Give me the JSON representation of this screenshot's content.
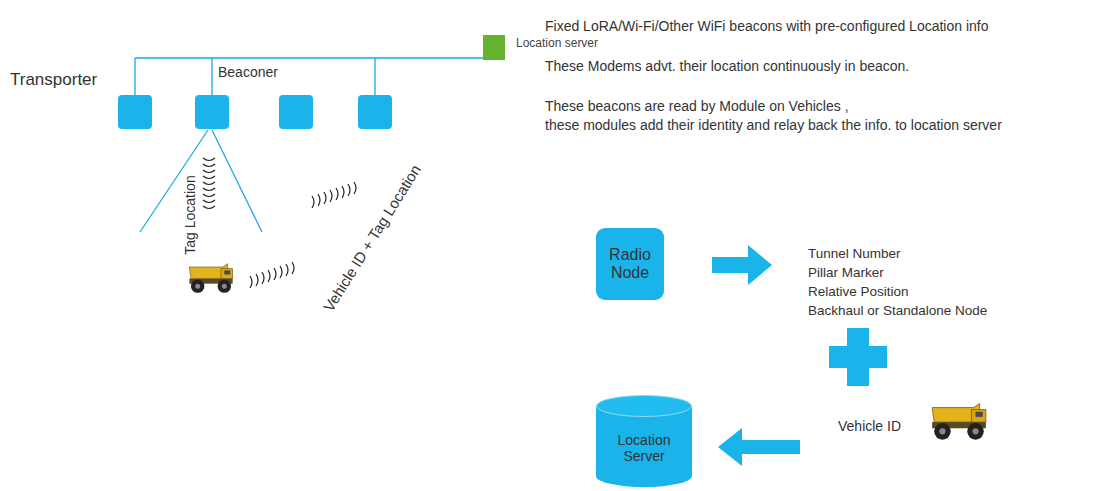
{
  "diagram": {
    "nodes": [
      {
        "text": [
          "Location server"
        ]
      },
      {
        "text": [
          "Radio Node"
        ]
      },
      {
        "text": [
          "Location Server"
        ]
      }
    ],
    "labels": [
      "Transporter",
      "Beaconer",
      "Tag Location",
      "Vehicle ID + Tag Location",
      "Fixed LoRA/Wi-Fi/Other WiFi beacons with pre-configured Location info",
      "These Modems advt. their location continuously in beacon.",
      "These beacons are read by Module on Vehicles ,",
      "these modules add their identity and relay back the info. to location server",
      "Tunnel Number",
      "Pillar Marker",
      "Relative Position",
      "Backhaul or Standalone Node",
      "Vehicle ID"
    ]
  }
}
